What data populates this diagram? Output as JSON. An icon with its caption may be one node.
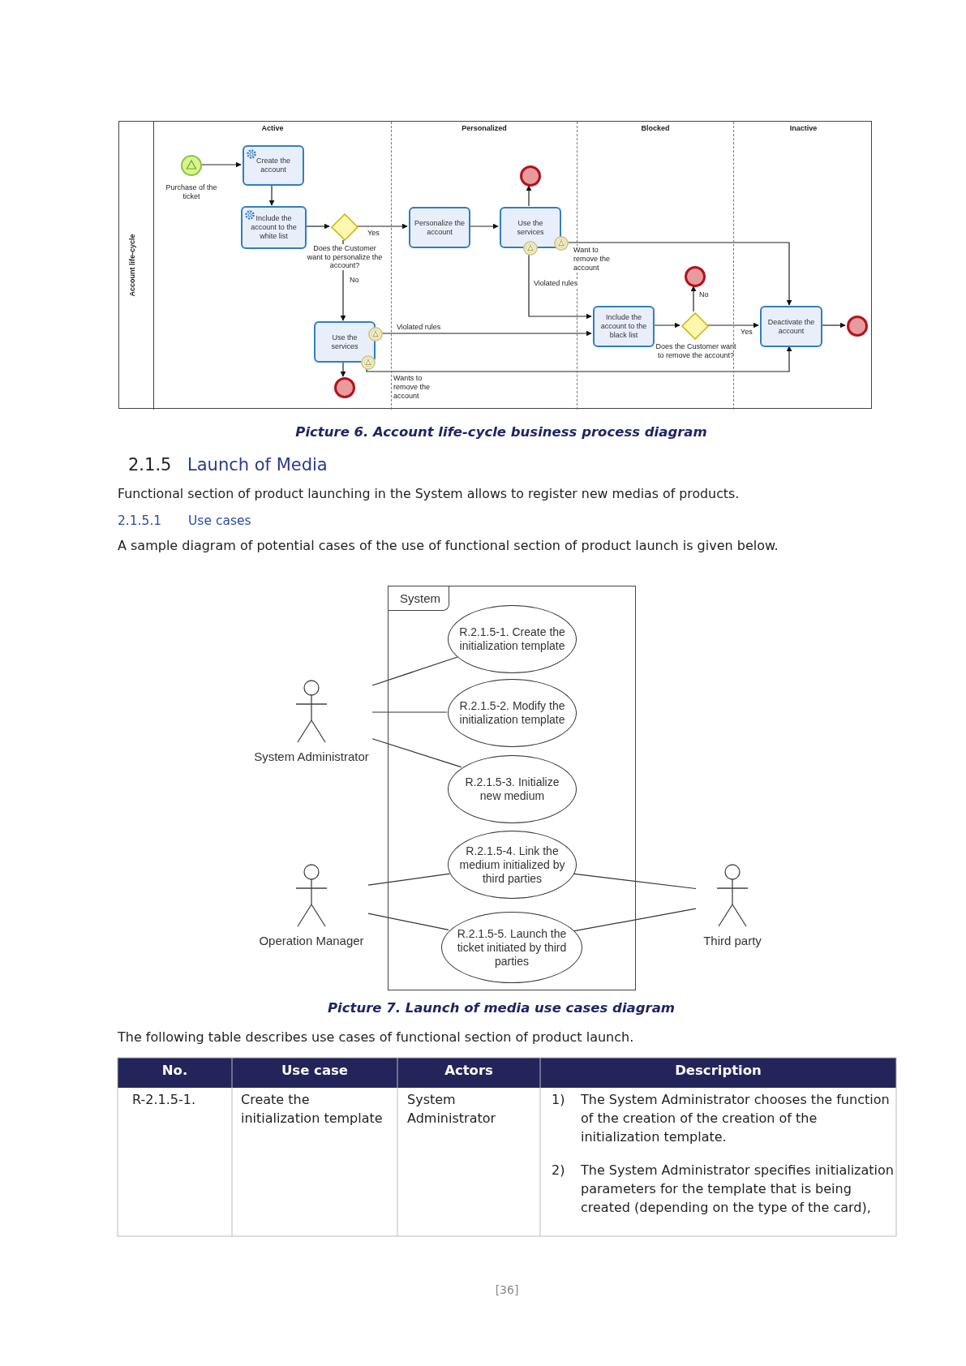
{
  "diagram": {
    "nodes": [
      {
        "text": [
          "Account life-cycle"
        ]
      },
      {
        "text": [
          "Active"
        ],
        "in": 0
      },
      {
        "text": [
          "Personalized"
        ],
        "in": 0
      },
      {
        "text": [
          "Blocked"
        ],
        "in": 0
      },
      {
        "text": [
          "Inactive"
        ],
        "in": 0
      },
      {
        "text": [],
        "shape": "circle",
        "beside": [
          "Purchase of the ticket"
        ],
        "in": 1
      },
      {
        "text": [
          "Create the account"
        ],
        "in": 1
      },
      {
        "text": [
          "Include the account to the white list"
        ],
        "in": 1
      },
      {
        "text": [],
        "shape": "diamond",
        "beside": [
          "Does the Customer want to personalize the account?"
        ],
        "in": 1
      },
      {
        "text": [
          "Use the services"
        ],
        "in": 1
      },
      {
        "text": [],
        "shape": "circle",
        "in": 1
      },
      {
        "text": [],
        "shape": "circle",
        "in": 1
      },
      {
        "text": [],
        "shape": "circle",
        "in": 1
      },
      {
        "text": [
          "Personalize the account"
        ],
        "in": 2
      },
      {
        "text": [],
        "shape": "circle",
        "in": 2
      },
      {
        "text": [
          "Use the services"
        ],
        "in": 2
      },
      {
        "text": [],
        "shape": "circle",
        "in": 2
      },
      {
        "text": [],
        "shape": "circle",
        "in": 2
      },
      {
        "text": [
          "Include the account to the black list"
        ],
        "in": 3
      },
      {
        "text": [],
        "shape": "circle",
        "in": 3
      },
      {
        "text": [],
        "shape": "diamond",
        "beside": [
          "Does the Customer want to remove the account?"
        ],
        "in": 3
      },
      {
        "text": [
          "Deactivate the account"
        ],
        "in": 4
      },
      {
        "text": [],
        "shape": "circle",
        "in": 4
      },
      {
        "text": [
          "System"
        ]
      },
      {
        "text": [
          "R.2.1.5-1. Create the initialization template"
        ],
        "in": 23
      },
      {
        "text": [
          "R.2.1.5-2. Modify the initialization template"
        ],
        "in": 23
      },
      {
        "text": [
          "R.2.1.5-3. Initialize new medium"
        ],
        "in": 23
      },
      {
        "text": [
          "R.2.1.5-4. Link the medium initialized by third parties"
        ],
        "in": 23
      },
      {
        "text": [
          "R.2.1.5-5. Launch the ticket initiated by third parties"
        ],
        "in": 23
      },
      {
        "text": [
          "System Administrator"
        ]
      },
      {
        "text": [
          "Operation Manager"
        ]
      },
      {
        "text": [
          "Third party"
        ]
      }
    ],
    "edges": [
      {
        "from": 5,
        "to": 6,
        "arrow": "to"
      },
      {
        "from": 6,
        "to": 7,
        "arrow": "to"
      },
      {
        "from": 7,
        "to": 8,
        "arrow": "to"
      },
      {
        "from": 8,
        "to": 13,
        "arrow": "to",
        "label": "Yes"
      },
      {
        "from": 8,
        "to": 9,
        "arrow": "to",
        "label": "No"
      },
      {
        "from": 13,
        "to": 15,
        "arrow": "to"
      },
      {
        "from": 15,
        "to": 14,
        "arrow": "to"
      },
      {
        "from": 9,
        "to": 12,
        "arrow": "to"
      },
      {
        "from": 10,
        "to": 18,
        "arrow": "to",
        "label": "Violated rules"
      },
      {
        "from": 11,
        "to": 21,
        "arrow": "to",
        "label": "Wants to remove the account"
      },
      {
        "from": 16,
        "to": 18,
        "arrow": "to",
        "label": "Violated rules"
      },
      {
        "from": 17,
        "to": 21,
        "arrow": "to",
        "label": "Want to remove the account"
      },
      {
        "from": 18,
        "to": 20,
        "arrow": "to"
      },
      {
        "from": 20,
        "to": 19,
        "arrow": "to",
        "label": "No"
      },
      {
        "from": 20,
        "to": 21,
        "arrow": "to",
        "label": "Yes"
      },
      {
        "from": 21,
        "to": 22,
        "arrow": "to"
      },
      {
        "from": 29,
        "to": 24,
        "arrow": "none"
      },
      {
        "from": 29,
        "to": 25,
        "arrow": "none"
      },
      {
        "from": 29,
        "to": 26,
        "arrow": "none"
      },
      {
        "from": 30,
        "to": 27,
        "arrow": "none"
      },
      {
        "from": 30,
        "to": 28,
        "arrow": "none"
      },
      {
        "from": 31,
        "to": 27,
        "arrow": "none"
      },
      {
        "from": 31,
        "to": 28,
        "arrow": "none"
      }
    ],
    "labels": [
      "Picture 6. Account life-cycle business process diagram",
      "2.1.5",
      "Launch of Media",
      "Functional section of product launching in the System allows to register new medias of products.",
      "2.1.5.1",
      "Use cases",
      "A sample diagram of potential cases of the use of functional section of product launch is given below.",
      "Picture 7. Launch of media use cases diagram",
      "The following table describes use cases of functional section of product launch.",
      "No.",
      "Use case",
      "Actors",
      "Description",
      "R-2.1.5-1.",
      "Create the initialization template",
      "System Administrator",
      "1)",
      "The System Administrator chooses the function of the creation of the creation of the initialization template.",
      "2)",
      "The System Administrator specifies initialization parameters for the template that is being created (depending on the type of the card),",
      "[36]"
    ]
  }
}
